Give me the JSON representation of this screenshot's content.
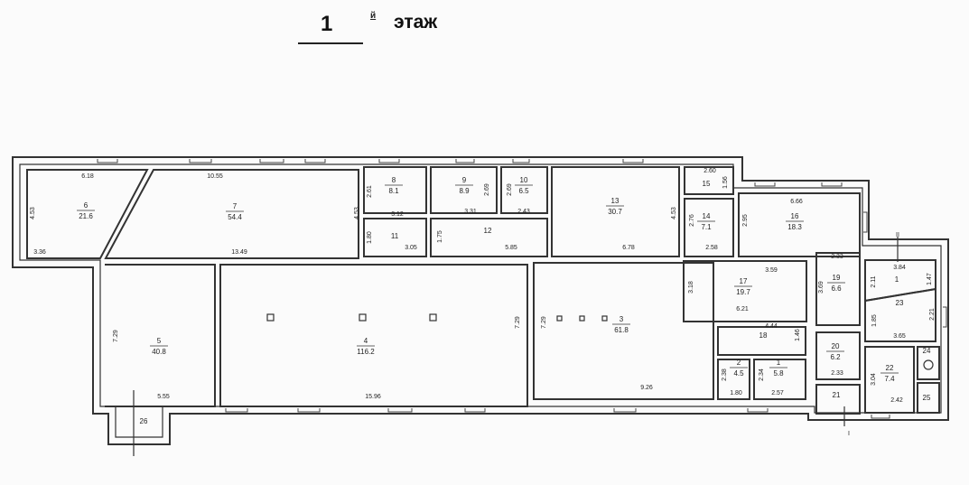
{
  "header": {
    "floor_number": "1",
    "floor_suffix": "й",
    "floor_word": "этаж"
  },
  "section_marks": {
    "top": "II",
    "bottom": "I"
  },
  "rooms": [
    {
      "num": "1",
      "area": "5.8"
    },
    {
      "num": "2",
      "area": "4.5"
    },
    {
      "num": "3",
      "area": "61.8"
    },
    {
      "num": "4",
      "area": "116.2"
    },
    {
      "num": "5",
      "area": "40.8"
    },
    {
      "num": "6",
      "area": "21.6"
    },
    {
      "num": "7",
      "area": "54.4"
    },
    {
      "num": "8",
      "area": "8.1"
    },
    {
      "num": "9",
      "area": "8.9"
    },
    {
      "num": "10",
      "area": "6.5"
    },
    {
      "num": "11",
      "area": ""
    },
    {
      "num": "12",
      "area": ""
    },
    {
      "num": "13",
      "area": "30.7"
    },
    {
      "num": "14",
      "area": "7.1"
    },
    {
      "num": "15",
      "area": ""
    },
    {
      "num": "16",
      "area": "18.3"
    },
    {
      "num": "17",
      "area": "19.7"
    },
    {
      "num": "18",
      "area": ""
    },
    {
      "num": "19",
      "area": "6.6"
    },
    {
      "num": "1",
      "area": ""
    },
    {
      "num": "20",
      "area": "6.2"
    },
    {
      "num": "21",
      "area": ""
    },
    {
      "num": "22",
      "area": "7.4"
    },
    {
      "num": "23",
      "area": ""
    },
    {
      "num": "24",
      "area": ""
    },
    {
      "num": "25",
      "area": ""
    },
    {
      "num": "26",
      "area": ""
    }
  ],
  "dimensions": [
    "6.18",
    "4.53",
    "3.36",
    "10.55",
    "4.53",
    "13.49",
    "2.61",
    "3.12",
    "1.80",
    "3.05",
    "1.75",
    "3.31",
    "2.69",
    "2.69",
    "2.43",
    "5.85",
    "6.78",
    "4.53",
    "2.60",
    "1.56",
    "2.76",
    "2.95",
    "2.58",
    "6.66",
    "3.59",
    "3.18",
    "6.21",
    "4.44",
    "1.46",
    "2.33",
    "3.69",
    "2.11",
    "3.84",
    "1.47",
    "1.85",
    "2.21",
    "3.65",
    "7.29",
    "5.55",
    "15.96",
    "7.29",
    "7.29",
    "9.26",
    "2.38",
    "1.80",
    "2.34",
    "2.57",
    "2.33",
    "3.04",
    "2.42"
  ]
}
